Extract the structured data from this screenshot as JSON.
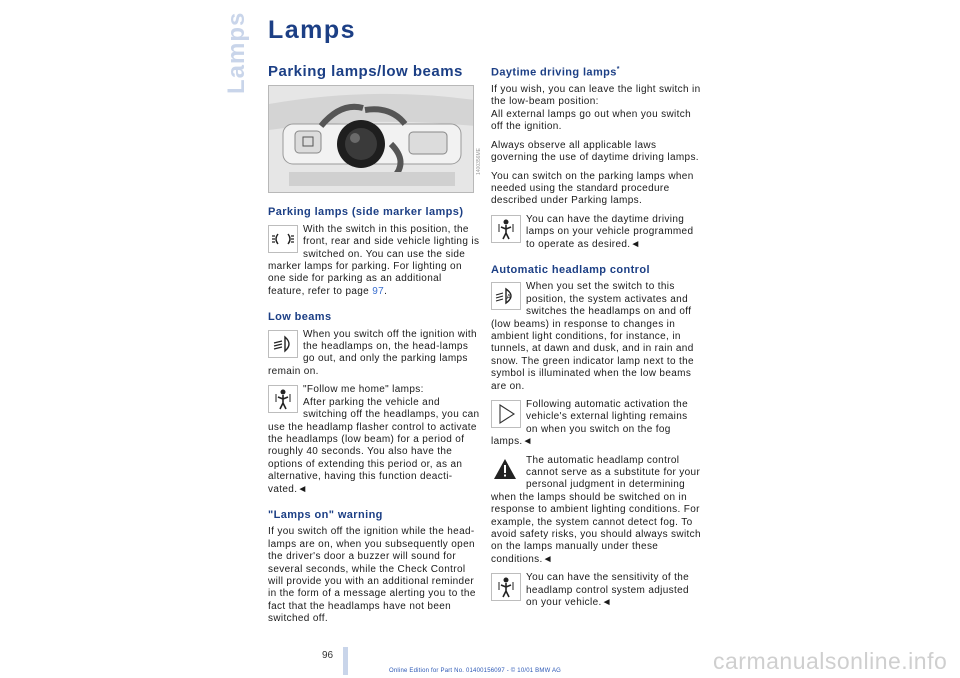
{
  "side_tab": "Lamps",
  "page_title": "Lamps",
  "left": {
    "heading": "Parking lamps/low beams",
    "photo_code": "1400356ME",
    "parking": {
      "title": "Parking lamps (side marker lamps)",
      "text_before": "With the switch in this position, the front, rear and side vehicle lighting is switched on. You can use the side marker lamps for parking. For lighting on one side for parking as an additional feature, refer to page ",
      "page_ref": "97",
      "text_after": "."
    },
    "low_beams": {
      "title": "Low beams",
      "text": "When you switch off the ignition with the headlamps on, the head-lamps go out, and only the parking lamps remain on."
    },
    "follow_me": {
      "title_line": "\"Follow me home\" lamps:",
      "text": "After parking the vehicle and switching off the headlamps, you can use the headlamp flasher control to activate the headlamps (low beam) for a period of roughly 40 seconds. You also have the options of extending this period or, as an alternative, having this function deacti-vated.◄"
    },
    "lamps_on": {
      "title": "\"Lamps on\" warning",
      "text": "If you switch off the ignition while the head-lamps are on, when you subsequently open the driver's door a buzzer will sound for several seconds, while the Check Control will provide you with an additional reminder in the form of a message alerting you to the fact that the headlamps have not been switched off."
    }
  },
  "right": {
    "daytime": {
      "title": "Daytime driving lamps",
      "star": "*",
      "p1": "If you wish, you can leave the light switch in the low-beam position:\nAll external lamps go out when you switch off the ignition.",
      "p2": "Always observe all applicable laws governing the use of daytime driving lamps.",
      "p3": "You can switch on the parking lamps when needed using the standard procedure described under Parking lamps.",
      "note": "You can have the daytime driving lamps on your vehicle programmed to operate as desired.◄"
    },
    "auto": {
      "title": "Automatic headlamp control",
      "p1": "When you set the switch to this position, the system activates and switches the headlamps on and off (low beams) in response to changes in ambient light conditions, for instance, in tunnels, at dawn and dusk, and in rain and snow. The green indicator lamp next to the symbol is illuminated when the low beams are on.",
      "p2": "Following automatic activation the vehicle's external lighting remains on when you switch on the fog lamps.◄",
      "warning": "The automatic headlamp control cannot serve as a substitute for your personal judgment in determining when the lamps should be switched on in response to ambient lighting conditions. For example, the system cannot detect fog. To avoid safety risks, you should always switch on the lamps manually under these conditions.◄",
      "note": "You can have the sensitivity of the headlamp control system adjusted on your vehicle.◄"
    }
  },
  "page_number": "96",
  "footer": "Online Edition for Part No. 01400156097 - © 10/01 BMW AG",
  "watermark": "carmanualsonline.info"
}
